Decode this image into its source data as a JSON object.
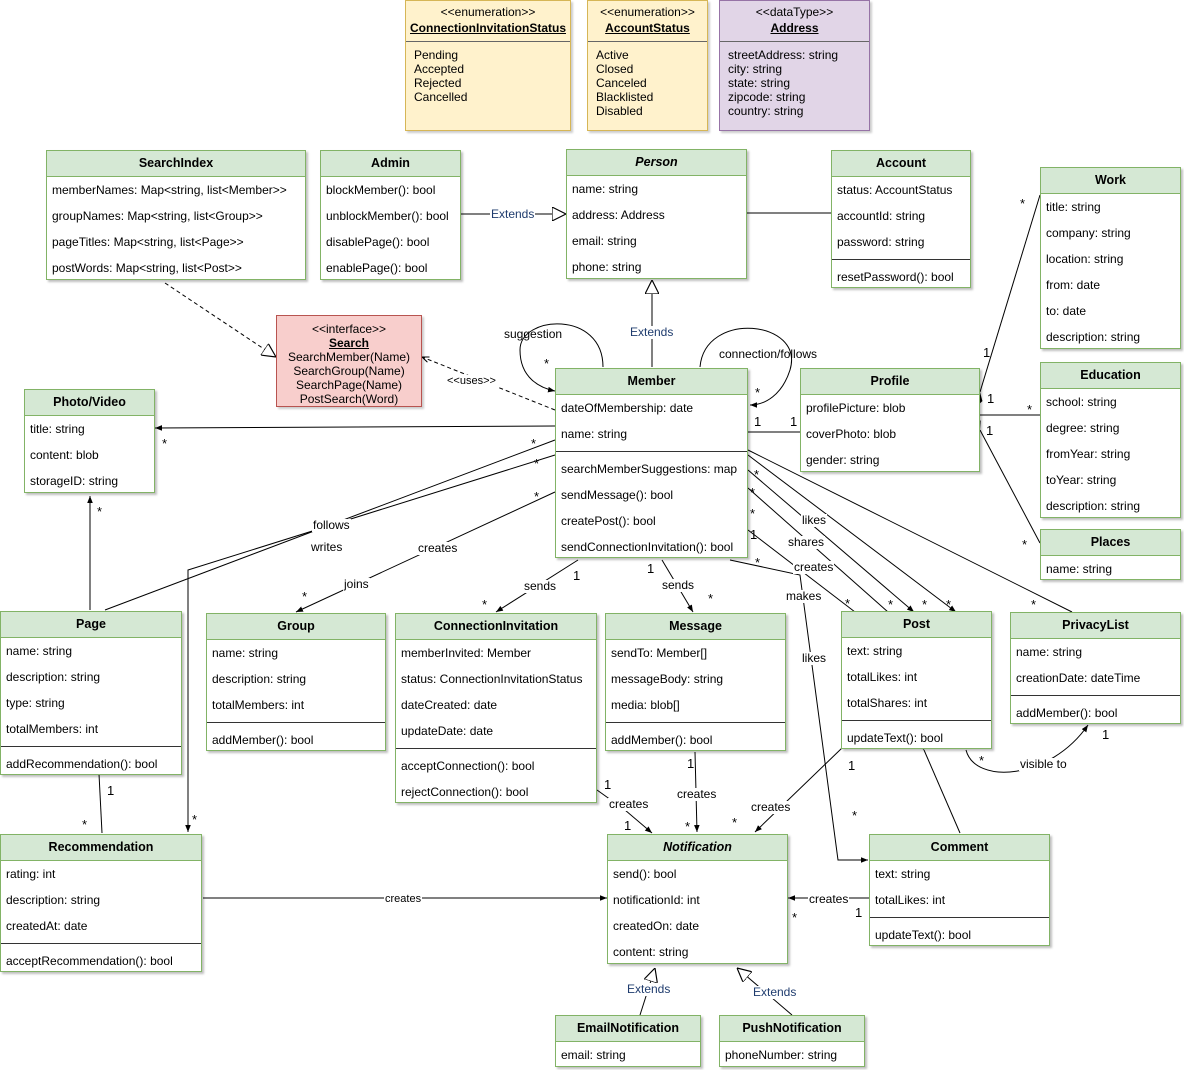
{
  "enums": {
    "connection_status": {
      "stereotype": "<<enumeration>>",
      "name": "ConnectionInvitationStatus",
      "items": [
        "Pending",
        "Accepted",
        "Rejected",
        "Cancelled"
      ]
    },
    "account_status": {
      "stereotype": "<<enumeration>>",
      "name": "AccountStatus",
      "items": [
        "Active",
        "Closed",
        "Canceled",
        "Blacklisted",
        "Disabled"
      ]
    },
    "address": {
      "stereotype": "<<dataType>>",
      "name": "Address",
      "items": [
        "streetAddress: string",
        "city: string",
        "state: string",
        "zipcode: string",
        "country: string"
      ]
    }
  },
  "interface": {
    "stereotype": "<<interface>>",
    "name": "Search",
    "methods": [
      "SearchMember(Name)",
      "SearchGroup(Name)",
      "SearchPage(Name)",
      "PostSearch(Word)"
    ]
  },
  "classes": {
    "search_index": {
      "name": "SearchIndex",
      "attributes": [
        "memberNames: Map<string, list<Member>>",
        "groupNames: Map<string, list<Group>>",
        "pageTitles: Map<string, list<Page>>",
        "postWords: Map<string, list<Post>>"
      ]
    },
    "admin": {
      "name": "Admin",
      "attributes": [
        "blockMember(): bool",
        "unblockMember(): bool",
        "disablePage(): bool",
        "enablePage(): bool"
      ]
    },
    "person": {
      "name": "Person",
      "attributes": [
        "name: string",
        "address: Address",
        "email: string",
        "phone: string"
      ]
    },
    "account": {
      "name": "Account",
      "attributes": [
        "status: AccountStatus",
        "accountId: string",
        "password: string"
      ],
      "methods": [
        "resetPassword(): bool"
      ]
    },
    "work": {
      "name": "Work",
      "attributes": [
        "title: string",
        "company: string",
        "location: string",
        "from: date",
        "to: date",
        "description: string"
      ]
    },
    "education": {
      "name": "Education",
      "attributes": [
        "school: string",
        "degree: string",
        "fromYear: string",
        "toYear: string",
        "description: string"
      ]
    },
    "places": {
      "name": "Places",
      "attributes": [
        "name: string"
      ]
    },
    "photo_video": {
      "name": "Photo/Video",
      "attributes": [
        "title: string",
        "content: blob",
        "storageID: string"
      ]
    },
    "member": {
      "name": "Member",
      "attributes": [
        "dateOfMembership: date",
        "name: string"
      ],
      "methods": [
        "searchMemberSuggestions: map",
        "sendMessage(): bool",
        "createPost(): bool",
        "sendConnectionInvitation(): bool"
      ]
    },
    "profile": {
      "name": "Profile",
      "attributes": [
        "profilePicture: blob",
        "coverPhoto: blob",
        "gender: string"
      ]
    },
    "page": {
      "name": "Page",
      "attributes": [
        "name: string",
        "description: string",
        "type: string",
        "totalMembers: int"
      ],
      "methods": [
        "addRecommendation(): bool"
      ]
    },
    "group": {
      "name": "Group",
      "attributes": [
        "name: string",
        "description: string",
        "totalMembers: int"
      ],
      "methods": [
        "addMember(): bool"
      ]
    },
    "connection_invitation": {
      "name": "ConnectionInvitation",
      "attributes": [
        "memberInvited: Member",
        "status: ConnectionInvitationStatus",
        "dateCreated: date",
        "updateDate: date"
      ],
      "methods": [
        "acceptConnection(): bool",
        "rejectConnection(): bool"
      ]
    },
    "message": {
      "name": "Message",
      "attributes": [
        "sendTo: Member[]",
        "messageBody: string",
        "media: blob[]"
      ],
      "methods": [
        "addMember(): bool"
      ]
    },
    "post": {
      "name": "Post",
      "attributes": [
        "text: string",
        "totalLikes: int",
        "totalShares: int"
      ],
      "methods": [
        "updateText(): bool"
      ]
    },
    "privacy_list": {
      "name": "PrivacyList",
      "attributes": [
        "name: string",
        "creationDate: dateTime"
      ],
      "methods": [
        "addMember(): bool"
      ]
    },
    "recommendation": {
      "name": "Recommendation",
      "attributes": [
        "rating: int",
        "description: string",
        "createdAt: date"
      ],
      "methods": [
        "acceptRecommendation(): bool"
      ]
    },
    "notification": {
      "name": "Notification",
      "attributes": [
        "send(): bool",
        "notificationId: int",
        "createdOn: date",
        "content: string"
      ]
    },
    "comment": {
      "name": "Comment",
      "attributes": [
        "text: string",
        "totalLikes: int"
      ],
      "methods": [
        "updateText(): bool"
      ]
    },
    "email_notification": {
      "name": "EmailNotification",
      "attributes": [
        "email: string"
      ]
    },
    "push_notification": {
      "name": "PushNotification",
      "attributes": [
        "phoneNumber: string"
      ]
    }
  },
  "edge_labels": {
    "extends": "Extends",
    "suggestion": "suggestion",
    "connection_follows": "connection/follows",
    "uses": "<<uses>>",
    "follows": "follows",
    "writes": "writes",
    "creates": "creates",
    "joins": "joins",
    "sends": "sends",
    "likes": "likes",
    "shares": "shares",
    "makes": "makes",
    "visible_to": "visible to"
  },
  "multiplicities": {
    "many": "*",
    "one": "1"
  }
}
